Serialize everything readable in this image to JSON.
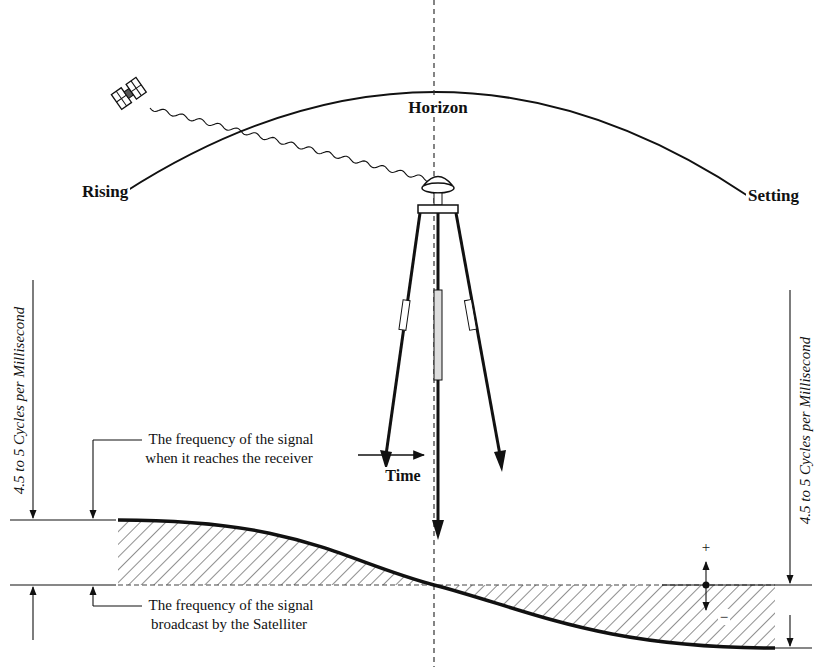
{
  "diagram": {
    "labels": [
      "Rising",
      "Horizon",
      "Setting",
      "4.5 to 5 Cycles per Millisecond",
      "The frequency of the signal when it reaches the receiver",
      "Time",
      "The frequency of the signal broadcast by the Satelliter",
      "4.5 to 5 Cycles per Millisecond",
      "+",
      "−"
    ]
  }
}
